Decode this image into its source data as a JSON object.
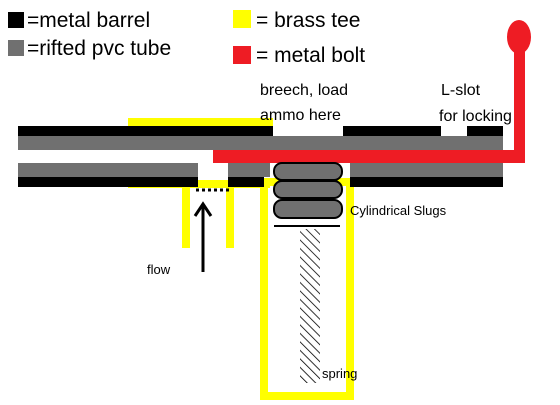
{
  "legend": {
    "barrel": {
      "label": "=metal barrel",
      "color": "#000000"
    },
    "pvc": {
      "label": "=rifted pvc tube",
      "color": "#707070"
    },
    "tee": {
      "label": "= brass tee",
      "color": "#ffff00"
    },
    "bolt": {
      "label": "= metal bolt",
      "color": "#ee1c24"
    }
  },
  "labels": {
    "breech": [
      "breech, load",
      "ammo here"
    ],
    "lslot": [
      "L-slot",
      "for locking"
    ],
    "slugs": "Cylindrical Slugs",
    "flow": "flow",
    "spring": "spring"
  }
}
